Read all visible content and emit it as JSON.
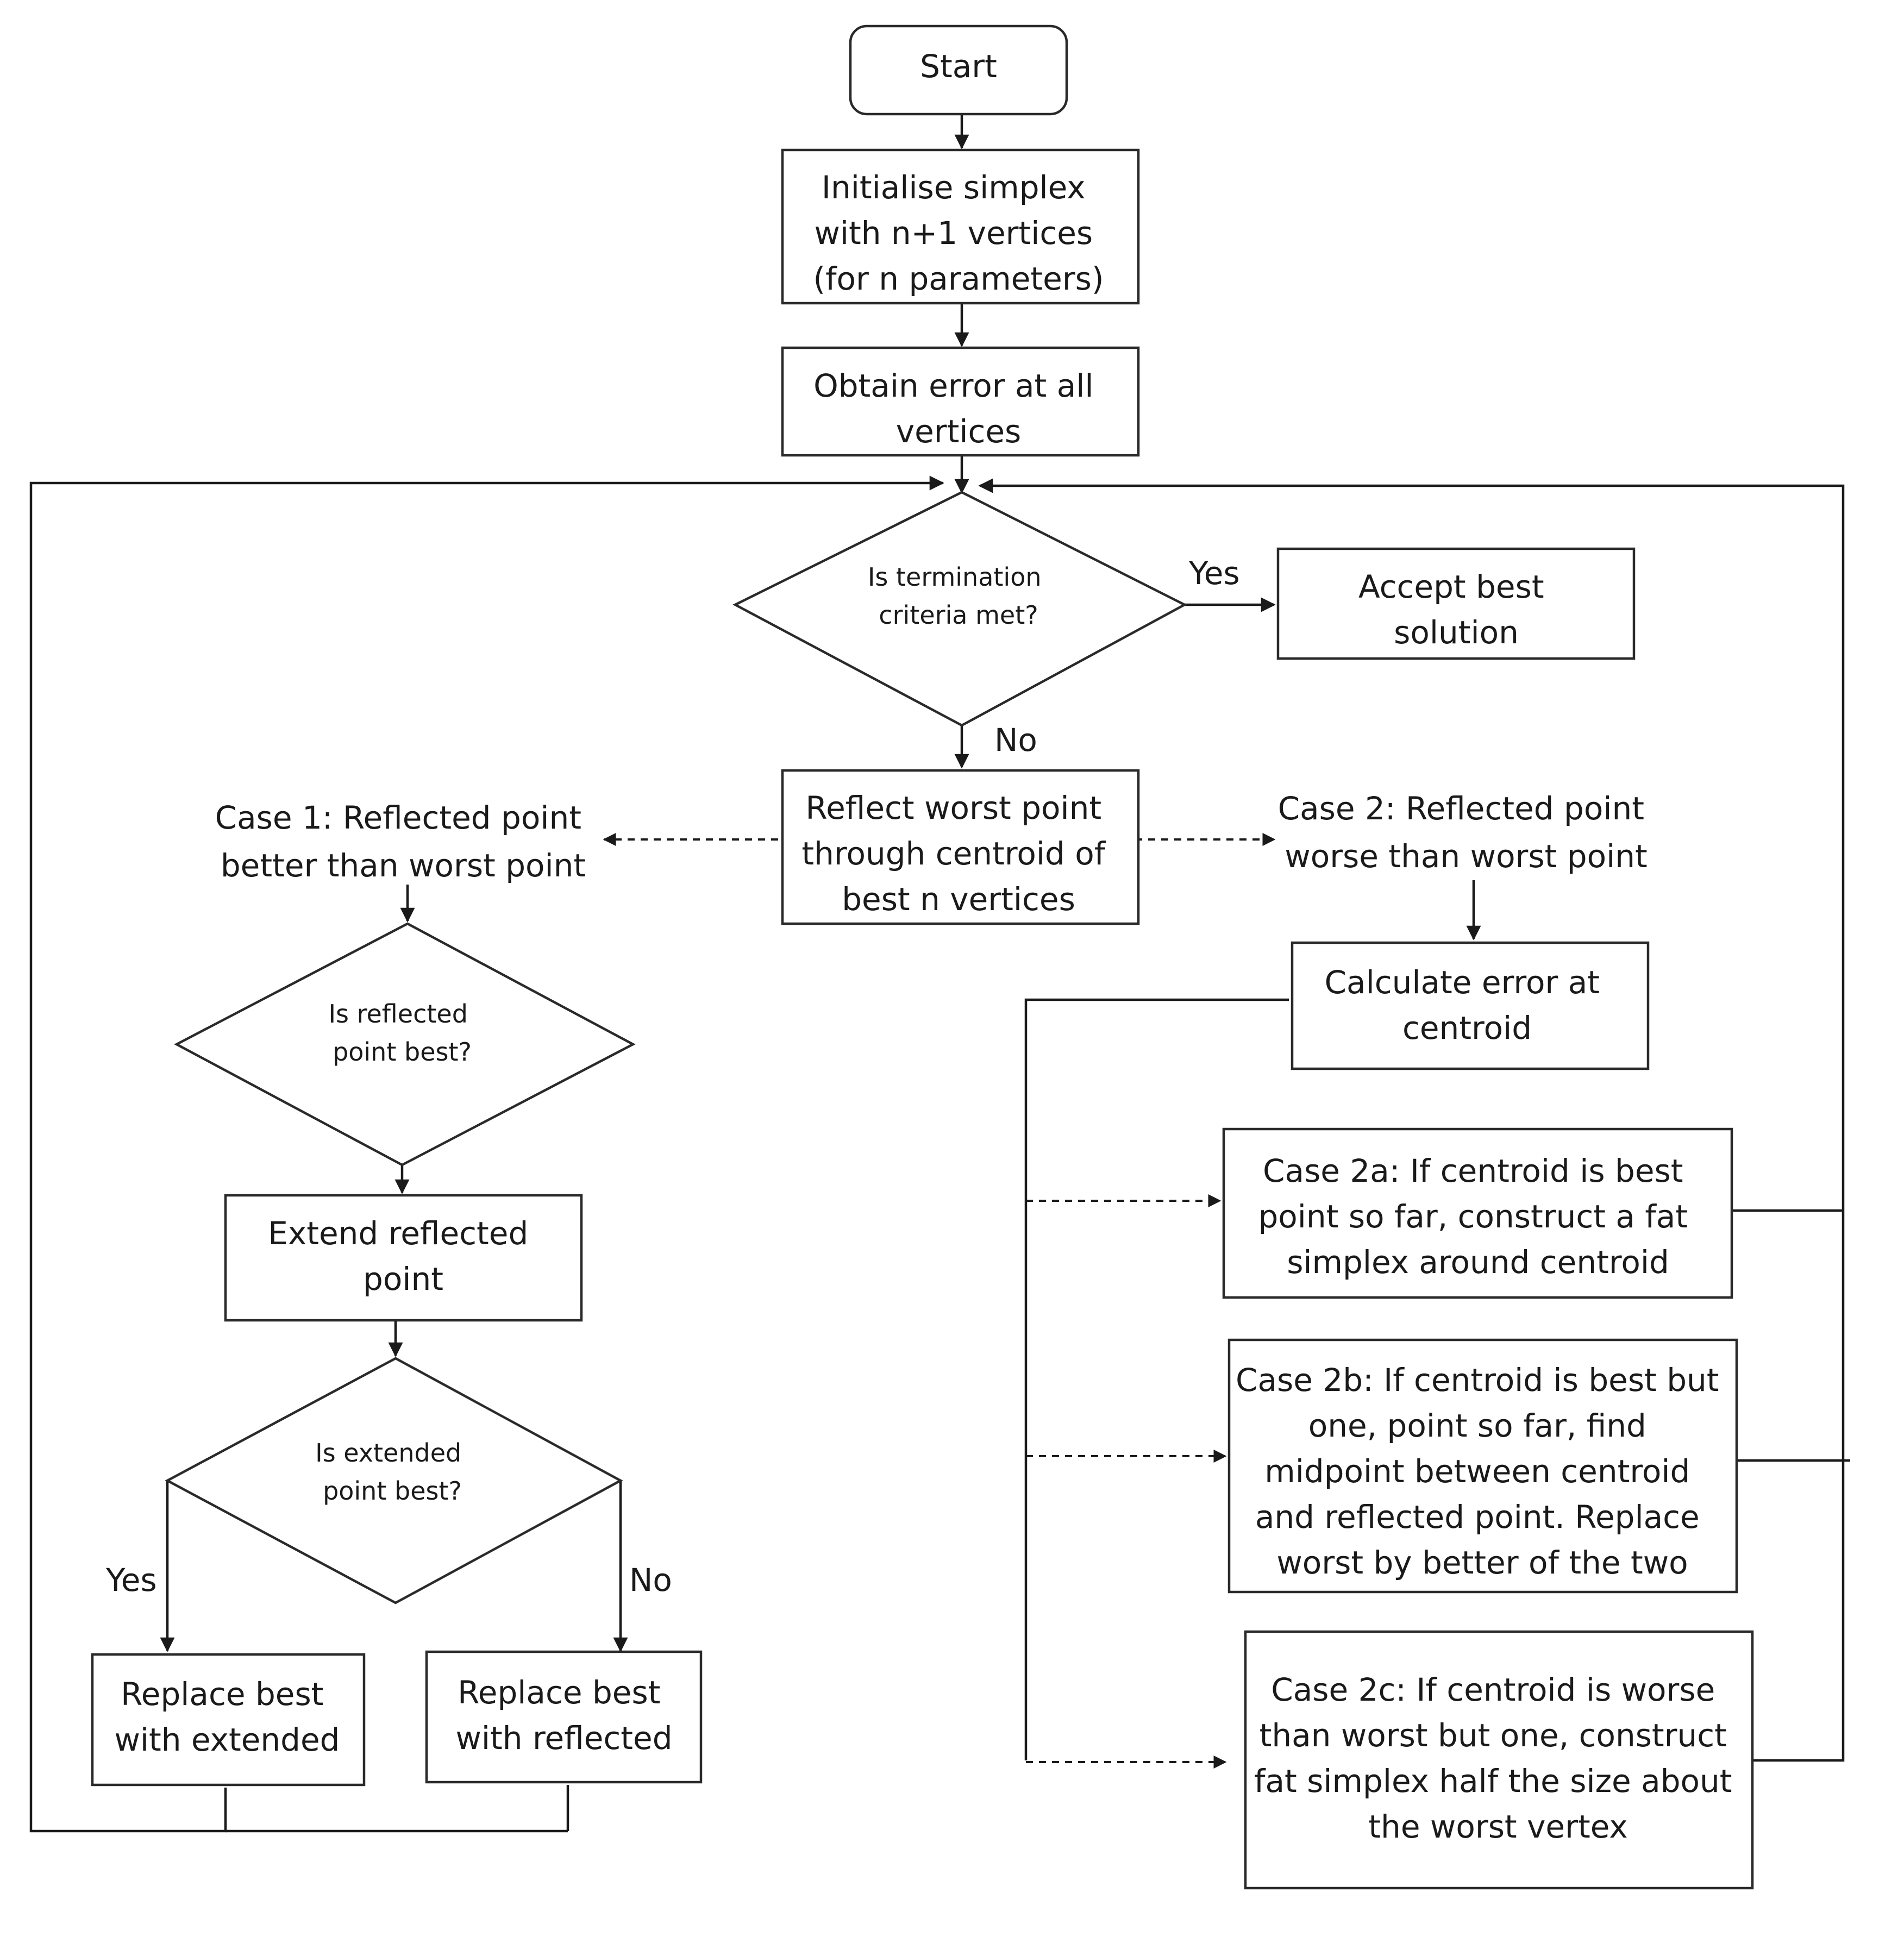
{
  "nodes": {
    "start": "Start",
    "init": [
      "Initialise simplex",
      "with n+1 vertices",
      "(for n parameters)"
    ],
    "obtain": [
      "Obtain error at all",
      "vertices"
    ],
    "terminate": [
      "Is termination",
      "criteria met?"
    ],
    "accept": [
      "Accept best",
      "solution"
    ],
    "reflect": [
      "Reflect worst point",
      "through centroid of",
      "best n vertices"
    ],
    "case1": [
      "Case 1: Reflected point",
      "better than worst point"
    ],
    "case2": [
      "Case 2: Reflected point",
      "worse than worst point"
    ],
    "reflected_best": [
      "Is reflected",
      "point best?"
    ],
    "extend": [
      "Extend reflected",
      "point"
    ],
    "extended_best": [
      "Is extended",
      "point best?"
    ],
    "replace_ext": [
      "Replace best",
      "with extended"
    ],
    "replace_ref": [
      "Replace best",
      "with reflected"
    ],
    "calc": [
      "Calculate error at",
      "centroid"
    ],
    "case2a": [
      "Case 2a: If centroid is best",
      "point so far, construct a fat",
      "simplex around centroid"
    ],
    "case2b": [
      "Case 2b: If centroid is best but",
      "one, point so far, find",
      "midpoint between centroid",
      "and reflected point. Replace",
      "worst by better of the two"
    ],
    "case2c": [
      "Case 2c: If centroid is worse",
      "than worst but one, construct",
      "fat simplex half the size about",
      "the worst vertex"
    ]
  },
  "labels": {
    "yes": "Yes",
    "no": "No"
  }
}
